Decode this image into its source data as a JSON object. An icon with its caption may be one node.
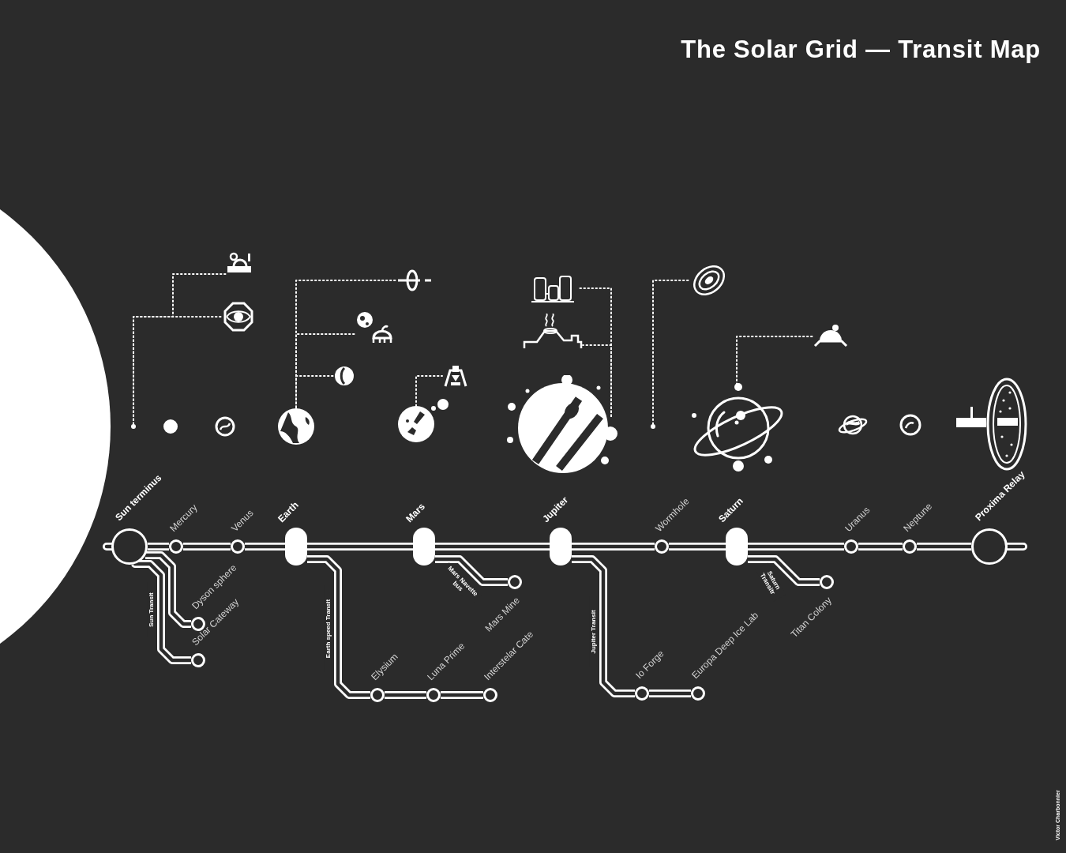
{
  "diagram": {
    "title": "The Solar Grid — Transit Map",
    "nodes": [
      {
        "text": [
          "Sun terminus"
        ]
      },
      {
        "text": [
          "Mercury"
        ]
      },
      {
        "text": [
          "Venus"
        ]
      },
      {
        "text": [
          "Earth"
        ]
      },
      {
        "text": [
          "Mars"
        ]
      },
      {
        "text": [
          "Jupiter"
        ]
      },
      {
        "text": [
          "Wormhole"
        ]
      },
      {
        "text": [
          "Saturn"
        ]
      },
      {
        "text": [
          "Uranus"
        ]
      },
      {
        "text": [
          "Neptune"
        ]
      },
      {
        "text": [
          "Proxima Relay"
        ]
      },
      {
        "text": [
          "Dyson sphere"
        ]
      },
      {
        "text": [
          "Solar Cateway"
        ]
      },
      {
        "text": [
          "Elysium"
        ]
      },
      {
        "text": [
          "Luna Prime"
        ]
      },
      {
        "text": [
          "Interstelar Cate"
        ]
      },
      {
        "text": [
          "Mars Mine"
        ]
      },
      {
        "text": [
          "Io Forge"
        ]
      },
      {
        "text": [
          "Europa Deep Ice Lab"
        ]
      },
      {
        "text": [
          "Titan Colony"
        ]
      },
      {
        "text": [],
        "shape": "circle"
      },
      {
        "text": [],
        "shape": "circle"
      },
      {
        "text": [],
        "shape": "picture"
      },
      {
        "text": [],
        "shape": "picture"
      },
      {
        "text": [],
        "shape": "picture"
      },
      {
        "text": [],
        "shape": "picture"
      },
      {
        "text": [],
        "shape": "circle"
      },
      {
        "text": [],
        "shape": "picture"
      },
      {
        "text": [],
        "shape": "picture"
      },
      {
        "text": [],
        "shape": "picture"
      },
      {
        "text": [],
        "shape": "picture"
      },
      {
        "text": [],
        "shape": "picture"
      },
      {
        "text": [],
        "shape": "picture"
      },
      {
        "text": [],
        "shape": "picture"
      },
      {
        "text": [],
        "shape": "picture"
      },
      {
        "text": [],
        "shape": "picture"
      },
      {
        "text": [],
        "shape": "picture"
      },
      {
        "text": [],
        "shape": "picture"
      },
      {
        "text": [],
        "shape": "picture"
      },
      {
        "text": [],
        "shape": "picture"
      },
      {
        "text": [],
        "shape": "picture"
      }
    ],
    "edges": [
      {
        "from": 0,
        "to": 1,
        "arrow": "none"
      },
      {
        "from": 1,
        "to": 2,
        "arrow": "none"
      },
      {
        "from": 2,
        "to": 3,
        "arrow": "none"
      },
      {
        "from": 3,
        "to": 4,
        "arrow": "none"
      },
      {
        "from": 4,
        "to": 5,
        "arrow": "none"
      },
      {
        "from": 5,
        "to": 6,
        "arrow": "none"
      },
      {
        "from": 6,
        "to": 7,
        "arrow": "none"
      },
      {
        "from": 7,
        "to": 8,
        "arrow": "none"
      },
      {
        "from": 8,
        "to": 9,
        "arrow": "none"
      },
      {
        "from": 9,
        "to": 10,
        "arrow": "none"
      },
      {
        "from": 0,
        "to": 11,
        "arrow": "none"
      },
      {
        "from": 0,
        "to": 12,
        "arrow": "none",
        "label": "Sun Transit"
      },
      {
        "from": 3,
        "to": 13,
        "arrow": "none",
        "label": "Earth speed Transit"
      },
      {
        "from": 13,
        "to": 14,
        "arrow": "none"
      },
      {
        "from": 14,
        "to": 15,
        "arrow": "none"
      },
      {
        "from": 4,
        "to": 16,
        "arrow": "none",
        "label": "Mars Navette bus"
      },
      {
        "from": 5,
        "to": 17,
        "arrow": "none",
        "label": "Jupiter Transit"
      },
      {
        "from": 17,
        "to": 18,
        "arrow": "none"
      },
      {
        "from": 7,
        "to": 19,
        "arrow": "none",
        "label": "Saturn Transitr"
      },
      {
        "from": 20,
        "to": 32,
        "arrow": "none",
        "style": "dashed"
      },
      {
        "from": 20,
        "to": 31,
        "arrow": "none",
        "style": "dashed"
      },
      {
        "from": 23,
        "to": 33,
        "arrow": "none",
        "style": "dashed"
      },
      {
        "from": 23,
        "to": 34,
        "arrow": "none",
        "style": "dashed"
      },
      {
        "from": 23,
        "to": 35,
        "arrow": "none",
        "style": "dashed"
      },
      {
        "from": 24,
        "to": 36,
        "arrow": "none",
        "style": "dashed"
      },
      {
        "from": 25,
        "to": 37,
        "arrow": "none",
        "style": "dashed"
      },
      {
        "from": 25,
        "to": 38,
        "arrow": "none",
        "style": "dashed"
      },
      {
        "from": 26,
        "to": 39,
        "arrow": "none",
        "style": "dashed"
      },
      {
        "from": 27,
        "to": 40,
        "arrow": "none",
        "style": "dashed"
      }
    ],
    "labels": [
      "Victor Charbonnier"
    ]
  }
}
